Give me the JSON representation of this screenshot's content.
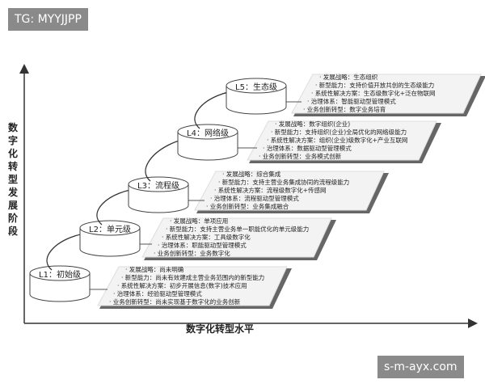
{
  "watermarks": {
    "top_left": "TG: MYYJJPP",
    "bottom_right": "s-m-ayx.com"
  },
  "y_axis_label": "数字化转型发展阶段",
  "x_axis_label": "数字化转型水平",
  "levels": [
    {
      "label": "L1：初始级",
      "items": [
        "· 发展战略：尚未明确",
        "· 新型能力：尚未有效建成主营业务范围内的新型能力",
        "· 系统性解决方案：初步开展信息(数字)技术应用",
        "· 治理体系：经验驱动型管理模式",
        "· 业务创新转型：尚未实现基于数字化的业务创新"
      ]
    },
    {
      "label": "L2：单元级",
      "items": [
        "· 发展战略：单项应用",
        "· 新型能力：支持主营业务单一职能优化的单元级能力",
        "· 系统性解决方案：工具级数字化",
        "· 治理体系：职能驱动型管理模式",
        "· 业务创新转型：业务数字化"
      ]
    },
    {
      "label": "L3：流程级",
      "items": [
        "· 发展战略：综合集成",
        "· 新型能力：支持主营业务集成协同的流程级能力",
        "· 系统性解决方案：流程级数字化+传感网",
        "· 治理体系：流程驱动型管理模式",
        "· 业务创新转型：业务集成融合"
      ]
    },
    {
      "label": "L4：网络级",
      "items": [
        "· 发展战略：数字组织(企业)",
        "· 新型能力：支持组织(企业)全局优化的网络级能力",
        "· 系统性解决方案：组织(企业)级数字化+产业互联网",
        "· 治理体系：数据驱动型管理模式",
        "· 业务创新转型：业务模式创新"
      ]
    },
    {
      "label": "L5：生态级",
      "items": [
        "· 发展战略：生态组织",
        "· 新型能力：支持价值开放共创的生态级能力",
        "· 系统性解决方案：生态级数字化+泛在物联网",
        "· 治理体系：智能驱动型管理模式",
        "· 业务创新转型：数字业务培育"
      ]
    }
  ]
}
